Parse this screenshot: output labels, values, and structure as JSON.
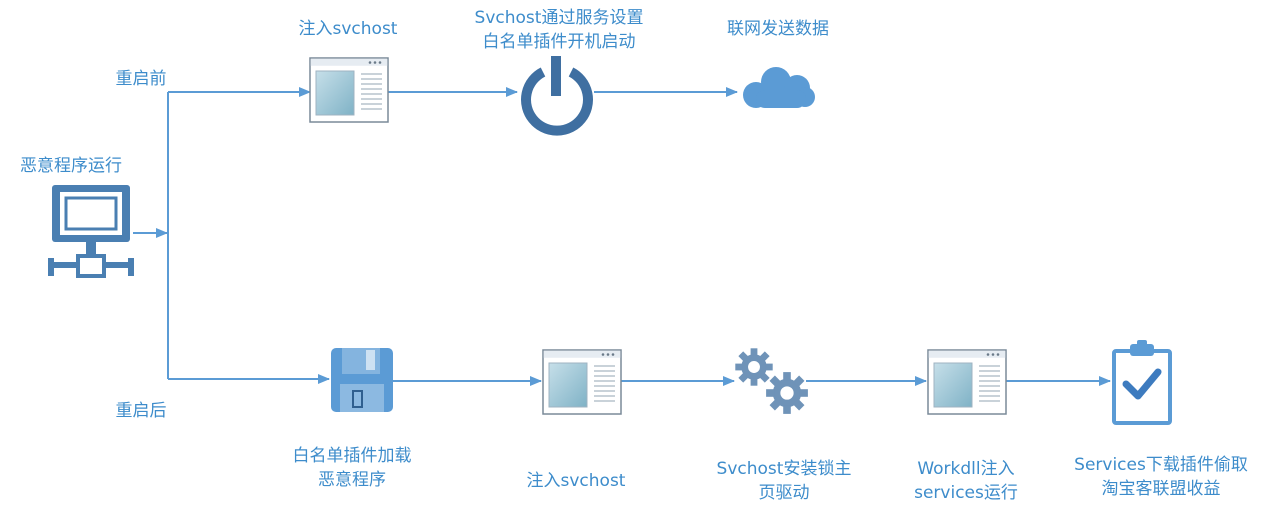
{
  "colors": {
    "accent": "#3d8ccb",
    "line": "#5b9bd5",
    "icon_dark": "#3f6fa1",
    "icon_mid": "#5b9bd5",
    "window_glass": "#a7ccda"
  },
  "labels": {
    "malware_run": "恶意程序运行",
    "before_reboot": "重启前",
    "after_reboot": "重启后",
    "inject_svchost_top": "注入svchost",
    "svchost_service": "Svchost通过服务设置\n白名单插件开机启动",
    "network_send": "联网发送数据",
    "whitelist_load": "白名单插件加载\n恶意程序",
    "inject_svchost_bottom": "注入svchost",
    "svchost_lock": "Svchost安装锁主\n页驱动",
    "workdll_inject": "Workdll注入\nservices运行",
    "services_download": "Services下载插件偷取\n淘宝客联盟收益"
  },
  "icons": {
    "computer": "computer-icon",
    "window": "window-icon",
    "power": "power-icon",
    "cloud": "cloud-icon",
    "floppy": "floppy-disk-icon",
    "gears": "gears-icon",
    "clipboard": "clipboard-check-icon"
  }
}
